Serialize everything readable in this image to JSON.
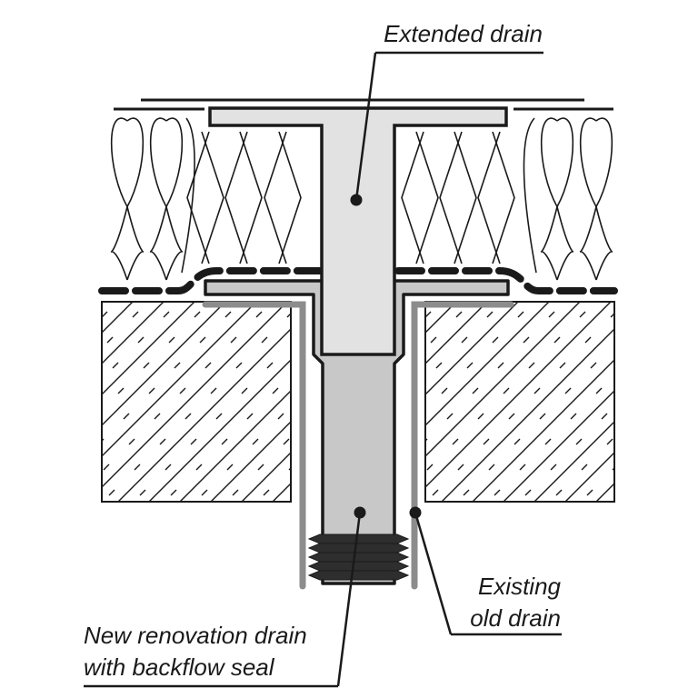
{
  "diagram": {
    "title": "Roof drain renovation cross-section",
    "labels": {
      "extended_drain": "Extended drain",
      "existing_line1": "Existing",
      "existing_line2": "old drain",
      "new_line1": "New renovation drain",
      "new_line2": "with backflow seal"
    },
    "colors": {
      "outline": "#1a1a1a",
      "extended_drain_fill": "#e2e2e2",
      "new_drain_fill": "#c8c8c8",
      "old_drain": "#8c8c8c",
      "seal": "#2e2e2e",
      "background": "#ffffff"
    },
    "components": [
      "insulation",
      "membrane",
      "concrete-slab",
      "extended-drain",
      "existing-old-drain",
      "new-renovation-drain",
      "backflow-seal"
    ]
  }
}
